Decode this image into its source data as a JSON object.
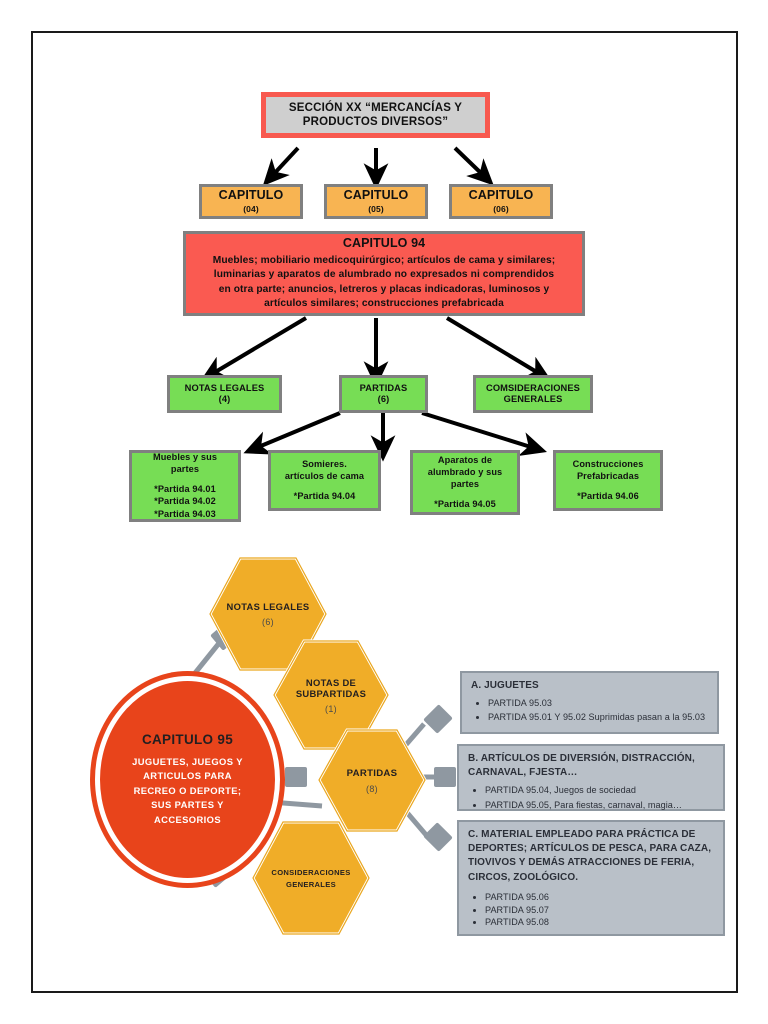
{
  "colors": {
    "section_fill": "#cfcfcf",
    "section_border": "#f8594f",
    "chapter_fill": "#f8b452",
    "chapter94_fill": "#fa5a51",
    "green_fill": "#77dd55",
    "box_border": "#808080",
    "circle_fill": "#e8441b",
    "hex_fill": "#f0ad28",
    "note_fill": "#b9c0c8",
    "note_border": "#8f98a1",
    "connector": "#8f98a1",
    "frame_border": "#1a1a1a"
  },
  "section": {
    "title_line1": "SECCIÓN XX “MERCANCÍAS Y",
    "title_line2": "PRODUCTOS DIVERSOS”"
  },
  "chapters": [
    {
      "label": "CAPITULO",
      "number": "(04)"
    },
    {
      "label": "CAPITULO",
      "number": "(05)"
    },
    {
      "label": "CAPITULO",
      "number": "(06)"
    }
  ],
  "chapter94": {
    "heading": "CAPITULO 94",
    "line1": "Muebles; mobiliario medicoquirúrgico; artículos de cama y similares;",
    "line2": "luminarias y aparatos de alumbrado no expresados ni comprendidos",
    "line3": "en otra parte; anuncios, letreros y placas indicadoras, luminosos y",
    "line4": "artículos similares; construcciones prefabricada"
  },
  "chapter94_branches": [
    {
      "label": "NOTAS LEGALES",
      "count": "(4)"
    },
    {
      "label": "PARTIDAS",
      "count": "(6)"
    },
    {
      "label_line1": "COMSIDERACIONES",
      "label_line2": "GENERALES",
      "count": ""
    }
  ],
  "chapter94_leaves": [
    {
      "title_line1": "Muebles y sus",
      "title_line2": "partes",
      "items": [
        "*Partida 94.01",
        "*Partida 94.02",
        "*Partida 94.03"
      ]
    },
    {
      "title_line1": "Somieres.",
      "title_line2": "artículos de cama",
      "items": [
        "*Partida 94.04"
      ]
    },
    {
      "title_line1": "Aparatos de",
      "title_line2": "alumbrado y sus",
      "title_line3": "partes",
      "items": [
        "*Partida 94.05"
      ]
    },
    {
      "title_line1": "Construcciones",
      "title_line2": "Prefabricadas",
      "items": [
        "*Partida 94.06"
      ]
    }
  ],
  "chapter95": {
    "title": "CAPITULO 95",
    "desc_line1": "JUGUETES, JUEGOS Y",
    "desc_line2": "ARTICULOS PARA",
    "desc_line3": "RECREO O DEPORTE;",
    "desc_line4": "SUS PARTES Y",
    "desc_line5": "ACCESORIOS"
  },
  "hexagons": [
    {
      "name": "notas-legales",
      "line1": "NOTAS LEGALES",
      "line2": "",
      "count": "(6)"
    },
    {
      "name": "notas-de-subpartidas",
      "line1": "NOTAS DE",
      "line2": "SUBPARTIDAS",
      "count": "(1)"
    },
    {
      "name": "partidas",
      "line1": "PARTIDAS",
      "line2": "",
      "count": "(8)"
    },
    {
      "name": "consideraciones-generales",
      "line1": "CONSIDERACIONES",
      "line2": "GENERALES",
      "count": ""
    }
  ],
  "notes": [
    {
      "heading": "A. JUGUETES",
      "items": [
        "PARTIDA 95.03",
        "PARTIDA 95.01 Y 95.02 Suprimidas pasan a la 95.03"
      ]
    },
    {
      "heading_line1": "B. ARTÍCULOS DE DIVERSIÓN, DISTRACCIÓN,",
      "heading_line2": "CARNAVAL, FJESTA…",
      "items": [
        "PARTIDA 95.04, Juegos de sociedad",
        "PARTIDA 95.05, Para fiestas, carnaval, magia…"
      ]
    },
    {
      "heading_line1": "C. MATERIAL EMPLEADO PARA PRÁCTICA DE",
      "heading_line2": "DEPORTES; ARTÍCULOS DE PESCA, PARA CAZA,",
      "heading_line3": "TIOVIVOS Y DEMÁS ATRACCIONES DE FERIA,",
      "heading_line4": "CIRCOS, ZOOLÓGICO.",
      "items": [
        "PARTIDA 95.06",
        "PARTIDA 95.07",
        "PARTIDA 95.08"
      ]
    }
  ]
}
